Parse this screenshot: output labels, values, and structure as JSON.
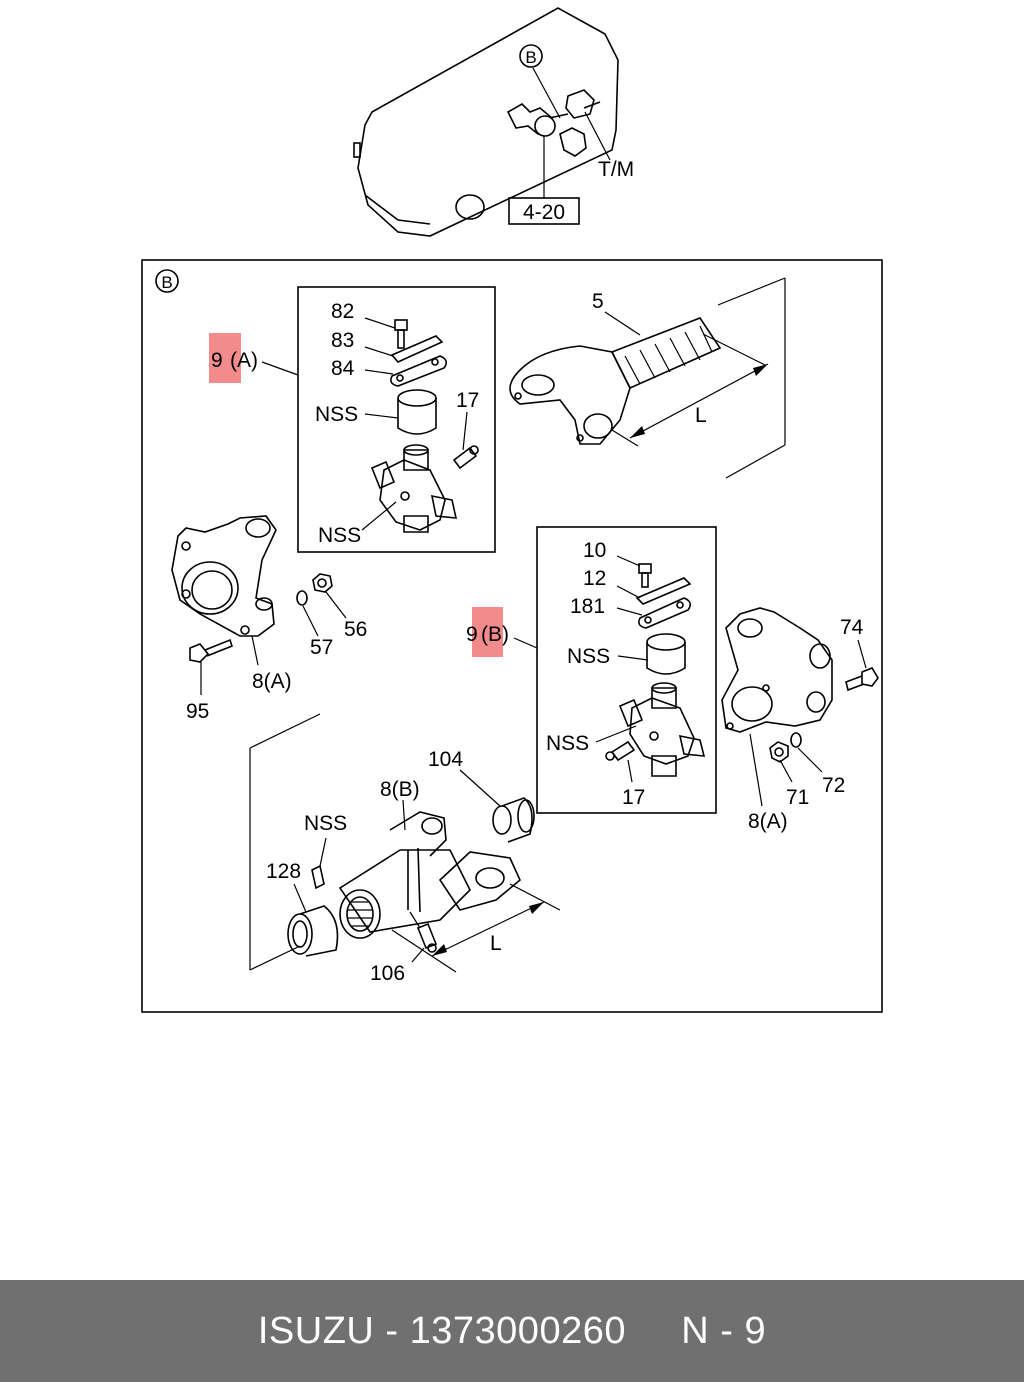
{
  "colors": {
    "footer_bg": "#707070",
    "footer_text": "#ffffff",
    "highlight": "#f28b8b",
    "line": "#000000"
  },
  "overview": {
    "marker": "B",
    "tm_label": "T/M",
    "ref_box": "4-20"
  },
  "detail": {
    "marker": "B",
    "labels": {
      "p82": "82",
      "p83": "83",
      "p84": "84",
      "p9a_num": "9",
      "p9a_suffix": "(A)",
      "nss_cap_a": "NSS",
      "p17_a": "17",
      "nss_cross_a": "NSS",
      "p5": "5",
      "len_top": "L",
      "p10": "10",
      "p12": "12",
      "p181": "181",
      "p9b_num": "9",
      "p9b_suffix": "(B)",
      "nss_cap_b": "NSS",
      "nss_cross_b": "NSS",
      "p17_b": "17",
      "p74": "74",
      "p72": "72",
      "p71": "71",
      "p8a_right": "8(A)",
      "p57": "57",
      "p56": "56",
      "p8a_left": "8(A)",
      "p95": "95",
      "p104": "104",
      "p8b": "8(B)",
      "nss_bottom": "NSS",
      "p128": "128",
      "p106": "106",
      "len_bottom": "L"
    }
  },
  "footer": {
    "brand": "ISUZU",
    "separator": "-",
    "part_number": "1373000260",
    "page": "N - 9"
  }
}
